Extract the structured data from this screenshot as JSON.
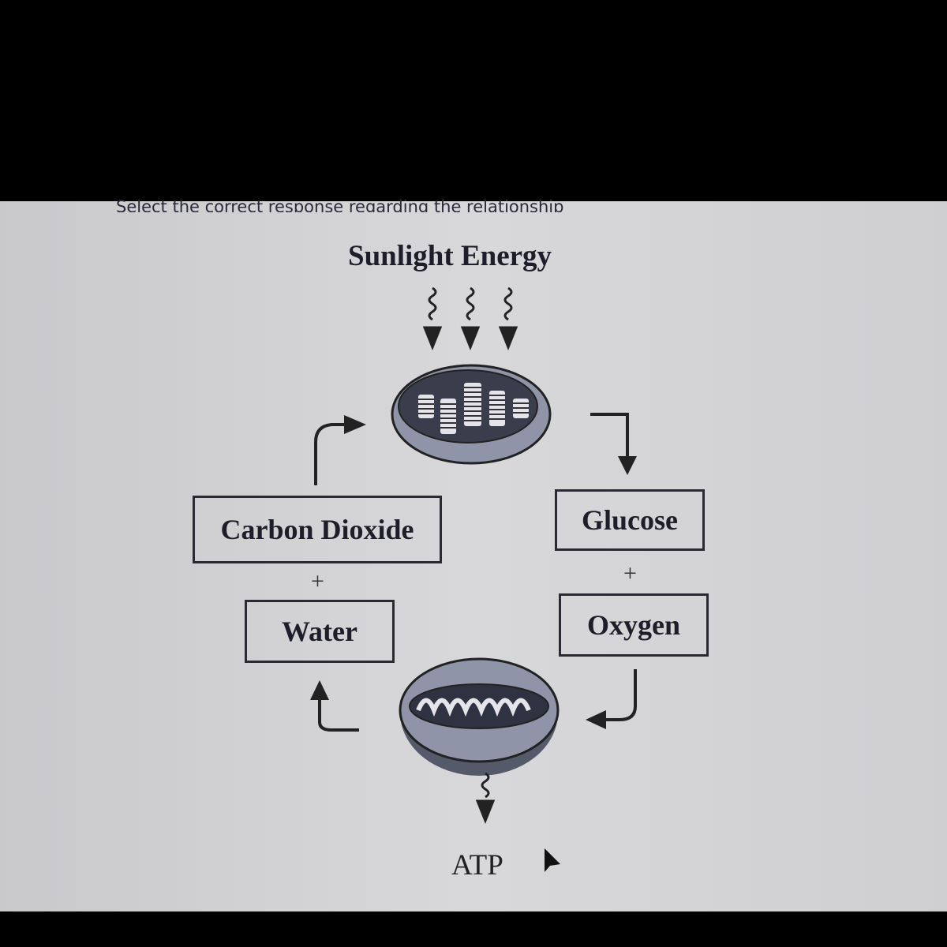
{
  "question": "Select the correct response regarding the relationship",
  "diagram": {
    "title": "Sunlight Energy",
    "boxes": {
      "carbon_dioxide": "Carbon Dioxide",
      "water": "Water",
      "glucose": "Glucose",
      "oxygen": "Oxygen"
    },
    "plus": "+",
    "atp": "ATP"
  }
}
